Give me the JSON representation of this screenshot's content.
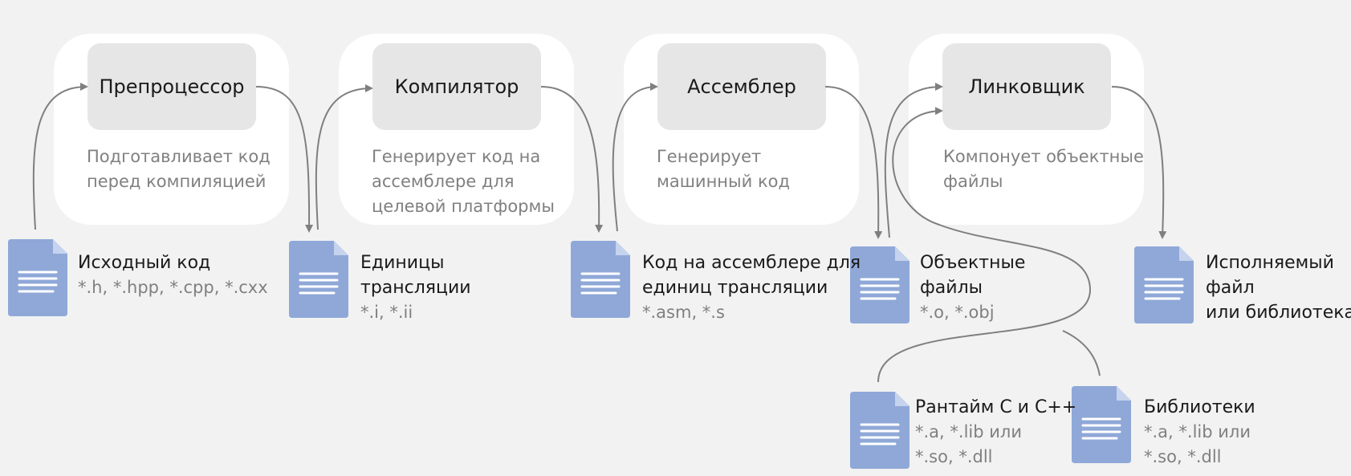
{
  "stages": [
    {
      "name": "Препроцессор",
      "desc": [
        "Подготавливает код",
        "перед компиляцией"
      ]
    },
    {
      "name": "Компилятор",
      "desc": [
        "Генерирует код на",
        "ассемблере для",
        "целевой платформы"
      ]
    },
    {
      "name": "Ассемблер",
      "desc": [
        "Генерирует",
        "машинный код"
      ]
    },
    {
      "name": "Линковщик",
      "desc": [
        "Компонует объектные",
        "файлы"
      ]
    }
  ],
  "files": [
    {
      "name": [
        "Исходный код"
      ],
      "ext": [
        "*.h, *.hpp, *.cpp, *.cxx"
      ]
    },
    {
      "name": [
        "Единицы",
        "трансляции"
      ],
      "ext": [
        "*.i, *.ii"
      ]
    },
    {
      "name": [
        "Код на ассемблере для",
        "единиц трансляции"
      ],
      "ext": [
        "*.asm, *.s"
      ]
    },
    {
      "name": [
        "Объектные",
        "файлы"
      ],
      "ext": [
        "*.o, *.obj"
      ]
    },
    {
      "name": [
        "Исполняемый",
        "файл",
        "или  библиотека"
      ],
      "ext": []
    },
    {
      "name": [
        "Рантайм C и C++"
      ],
      "ext": [
        "*.a, *.lib или",
        " *.so, *.dll"
      ]
    },
    {
      "name": [
        "Библиотеки"
      ],
      "ext": [
        "*.a, *.lib или",
        "*.so, *.dll"
      ]
    }
  ],
  "colors": {
    "file_icon": "#8fa8d8",
    "file_icon_fold": "#c6d3ee",
    "arrow": "#7f7f7f"
  }
}
